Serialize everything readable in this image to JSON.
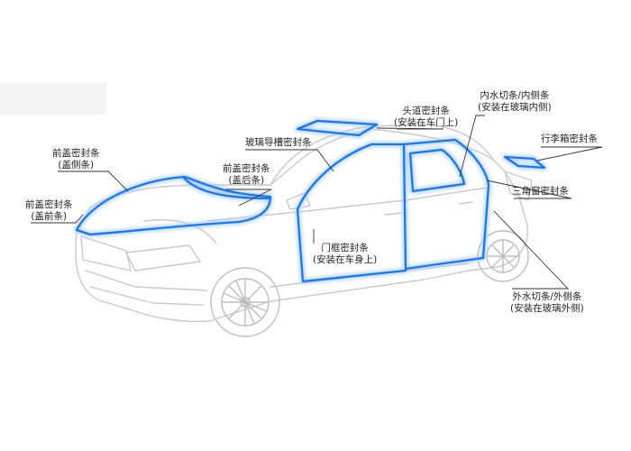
{
  "colors": {
    "seal": "#2277dd",
    "seal_glow": "#aacfff",
    "car_line": "#c9c9c9",
    "leader": "#333333"
  },
  "labels": {
    "hood_side": {
      "line1": "前盖密封条",
      "line2": "(盖侧条)"
    },
    "hood_front": {
      "line1": "前盖密封条",
      "line2": "(盖前条)"
    },
    "hood_rear": {
      "line1": "前盖密封条",
      "line2": "(盖后条)"
    },
    "glass_run": {
      "line1": "玻璃导槽密封条"
    },
    "roof": {
      "line1": "头道密封条",
      "line2": "(安装在车门上)"
    },
    "inner_belt": {
      "line1": "内水切条/内侧条",
      "line2": "(安装在玻璃内侧)"
    },
    "trunk": {
      "line1": "行李箱密封条"
    },
    "triangle": {
      "line1": "三角窗密封条"
    },
    "door_frame": {
      "line1": "门框密封条",
      "line2": "(安装在车身上)"
    },
    "outer_belt": {
      "line1": "外水切条/外侧条",
      "line2": "(安装在玻璃外侧)"
    }
  }
}
